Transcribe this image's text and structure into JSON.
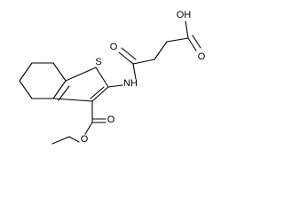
{
  "molecule": {
    "atoms": {
      "hydroxyl": "OH",
      "carboxyl_carbonyl_oxygen": "O",
      "amide_oxygen": "O",
      "amide_nitrogen": "NH",
      "thiophene_sulfur": "S",
      "ester_carbonyl_oxygen": "O",
      "ester_ether_oxygen": "O"
    }
  }
}
